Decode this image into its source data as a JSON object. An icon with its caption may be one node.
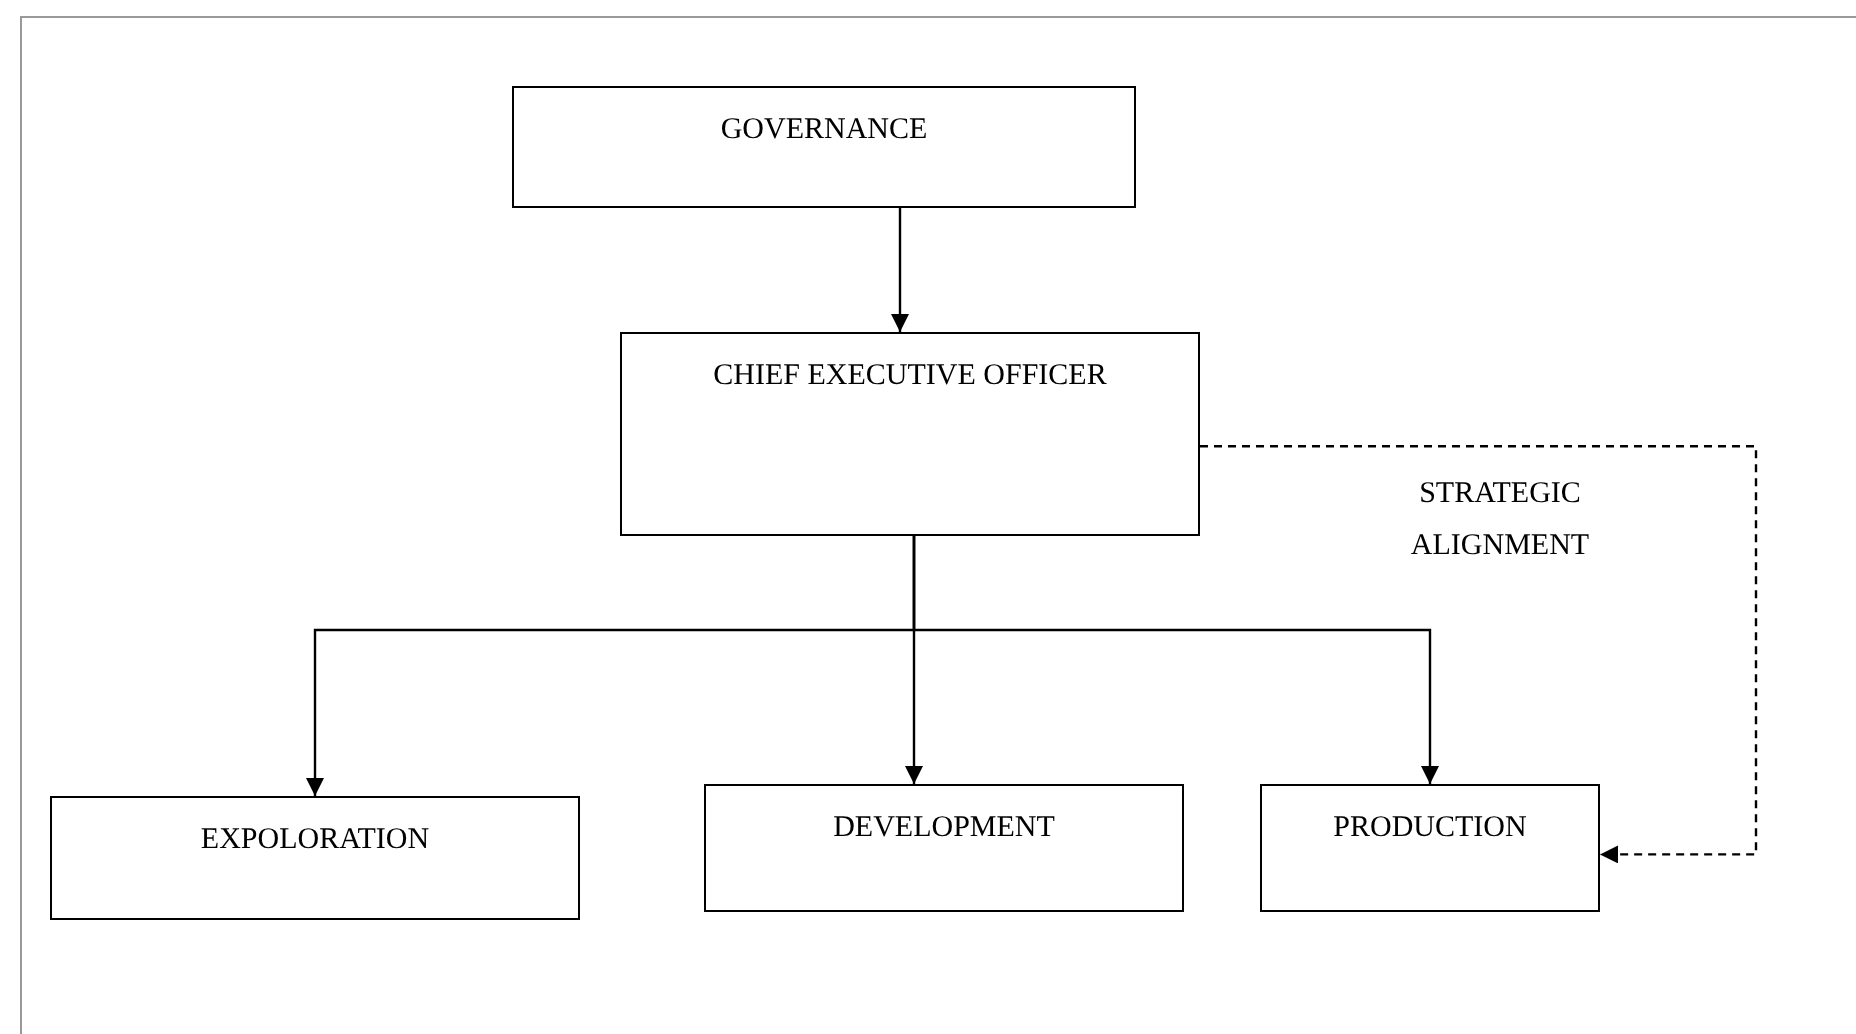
{
  "diagram": {
    "nodes": [
      {
        "text": [
          "GOVERNANCE"
        ]
      },
      {
        "text": [
          "CHIEF EXECUTIVE OFFICER"
        ]
      },
      {
        "text": [
          "EXPOLORATION"
        ]
      },
      {
        "text": [
          "DEVELOPMENT"
        ]
      },
      {
        "text": [
          "PRODUCTION"
        ]
      }
    ],
    "edges": [
      {
        "from": 0,
        "to": 1,
        "arrow": "to"
      },
      {
        "from": 1,
        "to": 2,
        "arrow": "to"
      },
      {
        "from": 1,
        "to": 3,
        "arrow": "to"
      },
      {
        "from": 1,
        "to": 4,
        "arrow": "to"
      },
      {
        "from": 1,
        "to": 4,
        "arrow": "to",
        "label": "STRATEGIC ALIGNMENT",
        "style": "dashed"
      }
    ]
  }
}
